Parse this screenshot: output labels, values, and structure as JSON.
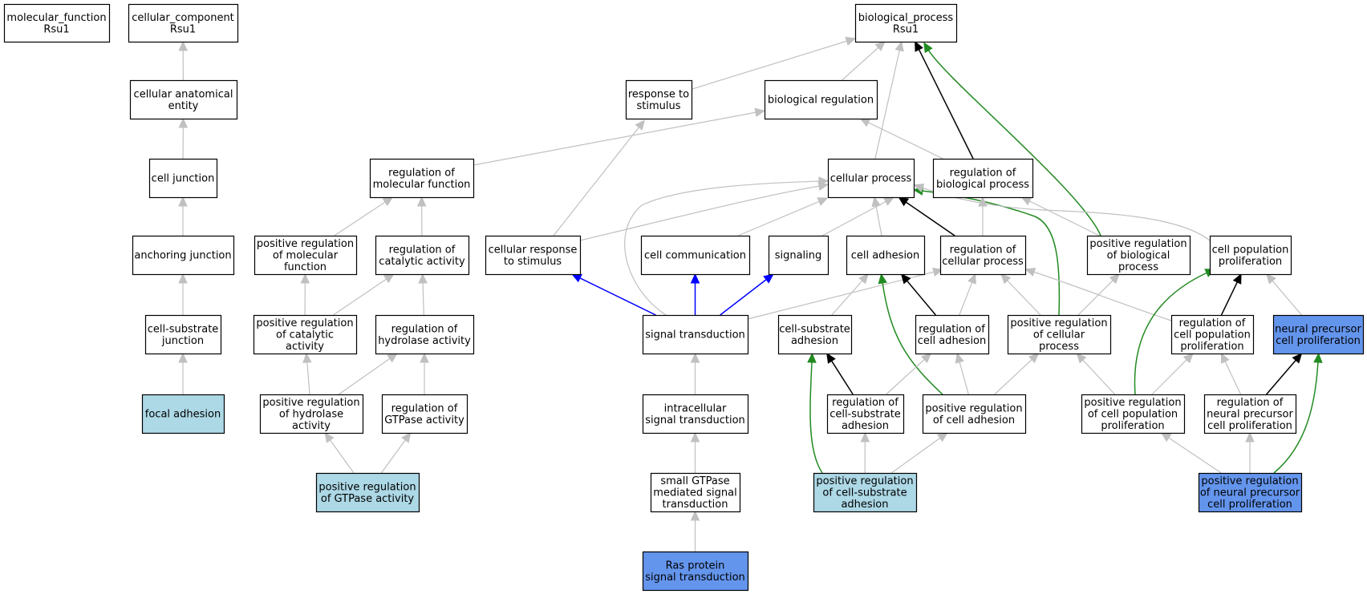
{
  "colors": {
    "default_fill": "#ffffff",
    "light_blue": "#add8e6",
    "cornflower": "#6495ed",
    "edge_gray": "#c0c0c0",
    "edge_black": "#000000",
    "edge_green": "#228b22",
    "edge_blue": "#0000ff"
  },
  "nodes": [
    {
      "id": "molecular_function",
      "lines": [
        "molecular_function",
        "Rsu1"
      ],
      "fill": "default"
    },
    {
      "id": "cellular_component",
      "lines": [
        "cellular_component",
        "Rsu1"
      ],
      "fill": "default"
    },
    {
      "id": "biological_process",
      "lines": [
        "biological_process",
        "Rsu1"
      ],
      "fill": "default"
    },
    {
      "id": "cellular_anatomical_entity",
      "lines": [
        "cellular anatomical",
        "entity"
      ],
      "fill": "default"
    },
    {
      "id": "cell_junction",
      "lines": [
        "cell junction"
      ],
      "fill": "default"
    },
    {
      "id": "anchoring_junction",
      "lines": [
        "anchoring junction"
      ],
      "fill": "default"
    },
    {
      "id": "cell_substrate_junction",
      "lines": [
        "cell-substrate",
        "junction"
      ],
      "fill": "default"
    },
    {
      "id": "focal_adhesion",
      "lines": [
        "focal adhesion"
      ],
      "fill": "light_blue"
    },
    {
      "id": "response_to_stimulus",
      "lines": [
        "response to",
        "stimulus"
      ],
      "fill": "default"
    },
    {
      "id": "biological_regulation",
      "lines": [
        "biological regulation"
      ],
      "fill": "default"
    },
    {
      "id": "regulation_of_molecular_function",
      "lines": [
        "regulation of",
        "molecular function"
      ],
      "fill": "default"
    },
    {
      "id": "cellular_process",
      "lines": [
        "cellular process"
      ],
      "fill": "default"
    },
    {
      "id": "regulation_of_biological_process",
      "lines": [
        "regulation of",
        "biological process"
      ],
      "fill": "default"
    },
    {
      "id": "positive_regulation_of_molecular_function",
      "lines": [
        "positive regulation",
        "of molecular",
        "function"
      ],
      "fill": "default"
    },
    {
      "id": "regulation_of_catalytic_activity",
      "lines": [
        "regulation of",
        "catalytic activity"
      ],
      "fill": "default"
    },
    {
      "id": "cellular_response_to_stimulus",
      "lines": [
        "cellular response",
        "to stimulus"
      ],
      "fill": "default"
    },
    {
      "id": "cell_communication",
      "lines": [
        "cell communication"
      ],
      "fill": "default"
    },
    {
      "id": "signaling",
      "lines": [
        "signaling"
      ],
      "fill": "default"
    },
    {
      "id": "cell_adhesion",
      "lines": [
        "cell adhesion"
      ],
      "fill": "default"
    },
    {
      "id": "regulation_of_cellular_process",
      "lines": [
        "regulation of",
        "cellular process"
      ],
      "fill": "default"
    },
    {
      "id": "positive_regulation_of_biological_process",
      "lines": [
        "positive regulation",
        "of biological",
        "process"
      ],
      "fill": "default"
    },
    {
      "id": "cell_population_proliferation",
      "lines": [
        "cell population",
        "proliferation"
      ],
      "fill": "default"
    },
    {
      "id": "positive_regulation_of_catalytic_activity",
      "lines": [
        "positive regulation",
        "of catalytic",
        "activity"
      ],
      "fill": "default"
    },
    {
      "id": "regulation_of_hydrolase_activity",
      "lines": [
        "regulation of",
        "hydrolase activity"
      ],
      "fill": "default"
    },
    {
      "id": "signal_transduction",
      "lines": [
        "signal transduction"
      ],
      "fill": "default"
    },
    {
      "id": "cell_substrate_adhesion",
      "lines": [
        "cell-substrate",
        "adhesion"
      ],
      "fill": "default"
    },
    {
      "id": "regulation_of_cell_adhesion",
      "lines": [
        "regulation of",
        "cell adhesion"
      ],
      "fill": "default"
    },
    {
      "id": "positive_regulation_of_cellular_process",
      "lines": [
        "positive regulation",
        "of cellular",
        "process"
      ],
      "fill": "default"
    },
    {
      "id": "regulation_of_cell_population_proliferation",
      "lines": [
        "regulation of",
        "cell population",
        "proliferation"
      ],
      "fill": "default"
    },
    {
      "id": "neural_precursor_cell_proliferation",
      "lines": [
        "neural precursor",
        "cell proliferation"
      ],
      "fill": "cornflower"
    },
    {
      "id": "positive_regulation_of_hydrolase_activity",
      "lines": [
        "positive regulation",
        "of hydrolase",
        "activity"
      ],
      "fill": "default"
    },
    {
      "id": "regulation_of_gtpase_activity",
      "lines": [
        "regulation of",
        "GTPase activity"
      ],
      "fill": "default"
    },
    {
      "id": "intracellular_signal_transduction",
      "lines": [
        "intracellular",
        "signal transduction"
      ],
      "fill": "default"
    },
    {
      "id": "regulation_of_cell_substrate_adhesion",
      "lines": [
        "regulation of",
        "cell-substrate",
        "adhesion"
      ],
      "fill": "default"
    },
    {
      "id": "positive_regulation_of_cell_adhesion",
      "lines": [
        "positive regulation",
        "of cell adhesion"
      ],
      "fill": "default"
    },
    {
      "id": "positive_regulation_of_cell_population_proliferation",
      "lines": [
        "positive regulation",
        "of cell population",
        "proliferation"
      ],
      "fill": "default"
    },
    {
      "id": "regulation_of_neural_precursor_cell_proliferation",
      "lines": [
        "regulation of",
        "neural precursor",
        "cell proliferation"
      ],
      "fill": "default"
    },
    {
      "id": "positive_regulation_of_gtpase_activity",
      "lines": [
        "positive regulation",
        "of GTPase activity"
      ],
      "fill": "light_blue"
    },
    {
      "id": "small_gtpase_mediated_signal_transduction",
      "lines": [
        "small GTPase",
        "mediated signal",
        "transduction"
      ],
      "fill": "default"
    },
    {
      "id": "positive_regulation_of_cell_substrate_adhesion",
      "lines": [
        "positive regulation",
        "of cell-substrate",
        "adhesion"
      ],
      "fill": "light_blue"
    },
    {
      "id": "positive_regulation_of_neural_precursor_cell_proliferation",
      "lines": [
        "positive regulation",
        "of neural precursor",
        "cell proliferation"
      ],
      "fill": "cornflower"
    },
    {
      "id": "ras_protein_signal_transduction",
      "lines": [
        "Ras protein",
        "signal transduction"
      ],
      "fill": "cornflower"
    }
  ],
  "edges": [
    {
      "from": "cellular_anatomical_entity",
      "to": "cellular_component",
      "color": "gray"
    },
    {
      "from": "cell_junction",
      "to": "cellular_anatomical_entity",
      "color": "gray"
    },
    {
      "from": "anchoring_junction",
      "to": "cell_junction",
      "color": "gray"
    },
    {
      "from": "cell_substrate_junction",
      "to": "anchoring_junction",
      "color": "gray"
    },
    {
      "from": "focal_adhesion",
      "to": "cell_substrate_junction",
      "color": "gray"
    },
    {
      "from": "response_to_stimulus",
      "to": "biological_process",
      "color": "gray"
    },
    {
      "from": "biological_regulation",
      "to": "biological_process",
      "color": "gray"
    },
    {
      "from": "cellular_process",
      "to": "biological_process",
      "color": "gray"
    },
    {
      "from": "regulation_of_biological_process",
      "to": "biological_process",
      "color": "black"
    },
    {
      "from": "positive_regulation_of_biological_process",
      "to": "biological_process",
      "color": "green"
    },
    {
      "from": "regulation_of_molecular_function",
      "to": "biological_regulation",
      "color": "gray"
    },
    {
      "from": "regulation_of_biological_process",
      "to": "biological_regulation",
      "color": "gray"
    },
    {
      "from": "positive_regulation_of_molecular_function",
      "to": "regulation_of_molecular_function",
      "color": "gray"
    },
    {
      "from": "regulation_of_catalytic_activity",
      "to": "regulation_of_molecular_function",
      "color": "gray"
    },
    {
      "from": "positive_regulation_of_catalytic_activity",
      "to": "positive_regulation_of_molecular_function",
      "color": "gray"
    },
    {
      "from": "positive_regulation_of_catalytic_activity",
      "to": "regulation_of_catalytic_activity",
      "color": "gray"
    },
    {
      "from": "regulation_of_hydrolase_activity",
      "to": "regulation_of_catalytic_activity",
      "color": "gray"
    },
    {
      "from": "positive_regulation_of_hydrolase_activity",
      "to": "positive_regulation_of_catalytic_activity",
      "color": "gray"
    },
    {
      "from": "positive_regulation_of_hydrolase_activity",
      "to": "regulation_of_hydrolase_activity",
      "color": "gray"
    },
    {
      "from": "regulation_of_gtpase_activity",
      "to": "regulation_of_hydrolase_activity",
      "color": "gray"
    },
    {
      "from": "positive_regulation_of_gtpase_activity",
      "to": "positive_regulation_of_hydrolase_activity",
      "color": "gray"
    },
    {
      "from": "positive_regulation_of_gtpase_activity",
      "to": "regulation_of_gtpase_activity",
      "color": "gray"
    },
    {
      "from": "cellular_response_to_stimulus",
      "to": "response_to_stimulus",
      "color": "gray"
    },
    {
      "from": "cellular_response_to_stimulus",
      "to": "cellular_process",
      "color": "gray"
    },
    {
      "from": "cell_communication",
      "to": "cellular_process",
      "color": "gray"
    },
    {
      "from": "signaling",
      "to": "cellular_process",
      "color": "gray"
    },
    {
      "from": "cell_adhesion",
      "to": "cellular_process",
      "color": "gray"
    },
    {
      "from": "regulation_of_cellular_process",
      "to": "cellular_process",
      "color": "black"
    },
    {
      "from": "positive_regulation_of_cellular_process",
      "to": "cellular_process",
      "color": "green"
    },
    {
      "from": "cell_population_proliferation",
      "to": "cellular_process",
      "color": "gray"
    },
    {
      "from": "signal_transduction",
      "to": "cellular_process",
      "color": "gray"
    },
    {
      "from": "regulation_of_cellular_process",
      "to": "regulation_of_biological_process",
      "color": "gray"
    },
    {
      "from": "positive_regulation_of_biological_process",
      "to": "regulation_of_biological_process",
      "color": "gray"
    },
    {
      "from": "signal_transduction",
      "to": "cellular_response_to_stimulus",
      "color": "blue"
    },
    {
      "from": "signal_transduction",
      "to": "cell_communication",
      "color": "blue"
    },
    {
      "from": "signal_transduction",
      "to": "signaling",
      "color": "blue"
    },
    {
      "from": "signal_transduction",
      "to": "regulation_of_cellular_process",
      "color": "gray"
    },
    {
      "from": "cell_substrate_adhesion",
      "to": "cell_adhesion",
      "color": "gray"
    },
    {
      "from": "regulation_of_cell_adhesion",
      "to": "cell_adhesion",
      "color": "black"
    },
    {
      "from": "positive_regulation_of_cell_adhesion",
      "to": "cell_adhesion",
      "color": "green"
    },
    {
      "from": "regulation_of_cell_adhesion",
      "to": "regulation_of_cellular_process",
      "color": "gray"
    },
    {
      "from": "positive_regulation_of_cellular_process",
      "to": "regulation_of_cellular_process",
      "color": "gray"
    },
    {
      "from": "regulation_of_cell_population_proliferation",
      "to": "regulation_of_cellular_process",
      "color": "gray"
    },
    {
      "from": "positive_regulation_of_cellular_process",
      "to": "positive_regulation_of_biological_process",
      "color": "gray"
    },
    {
      "from": "regulation_of_cell_population_proliferation",
      "to": "cell_population_proliferation",
      "color": "black"
    },
    {
      "from": "positive_regulation_of_cell_population_proliferation",
      "to": "cell_population_proliferation",
      "color": "green"
    },
    {
      "from": "neural_precursor_cell_proliferation",
      "to": "cell_population_proliferation",
      "color": "gray"
    },
    {
      "from": "intracellular_signal_transduction",
      "to": "signal_transduction",
      "color": "gray"
    },
    {
      "from": "small_gtpase_mediated_signal_transduction",
      "to": "intracellular_signal_transduction",
      "color": "gray"
    },
    {
      "from": "ras_protein_signal_transduction",
      "to": "small_gtpase_mediated_signal_transduction",
      "color": "gray"
    },
    {
      "from": "regulation_of_cell_substrate_adhesion",
      "to": "cell_substrate_adhesion",
      "color": "black"
    },
    {
      "from": "regulation_of_cell_substrate_adhesion",
      "to": "regulation_of_cell_adhesion",
      "color": "gray"
    },
    {
      "from": "positive_regulation_of_cell_adhesion",
      "to": "regulation_of_cell_adhesion",
      "color": "gray"
    },
    {
      "from": "positive_regulation_of_cell_adhesion",
      "to": "positive_regulation_of_cellular_process",
      "color": "gray"
    },
    {
      "from": "positive_regulation_of_cell_population_proliferation",
      "to": "positive_regulation_of_cellular_process",
      "color": "gray"
    },
    {
      "from": "positive_regulation_of_cell_population_proliferation",
      "to": "regulation_of_cell_population_proliferation",
      "color": "gray"
    },
    {
      "from": "regulation_of_neural_precursor_cell_proliferation",
      "to": "regulation_of_cell_population_proliferation",
      "color": "gray"
    },
    {
      "from": "regulation_of_neural_precursor_cell_proliferation",
      "to": "neural_precursor_cell_proliferation",
      "color": "black"
    },
    {
      "from": "positive_regulation_of_cell_substrate_adhesion",
      "to": "cell_substrate_adhesion",
      "color": "green"
    },
    {
      "from": "positive_regulation_of_cell_substrate_adhesion",
      "to": "regulation_of_cell_substrate_adhesion",
      "color": "gray"
    },
    {
      "from": "positive_regulation_of_cell_substrate_adhesion",
      "to": "positive_regulation_of_cell_adhesion",
      "color": "gray"
    },
    {
      "from": "positive_regulation_of_neural_precursor_cell_proliferation",
      "to": "positive_regulation_of_cell_population_proliferation",
      "color": "gray"
    },
    {
      "from": "positive_regulation_of_neural_precursor_cell_proliferation",
      "to": "regulation_of_neural_precursor_cell_proliferation",
      "color": "gray"
    },
    {
      "from": "positive_regulation_of_neural_precursor_cell_proliferation",
      "to": "neural_precursor_cell_proliferation",
      "color": "green"
    }
  ]
}
